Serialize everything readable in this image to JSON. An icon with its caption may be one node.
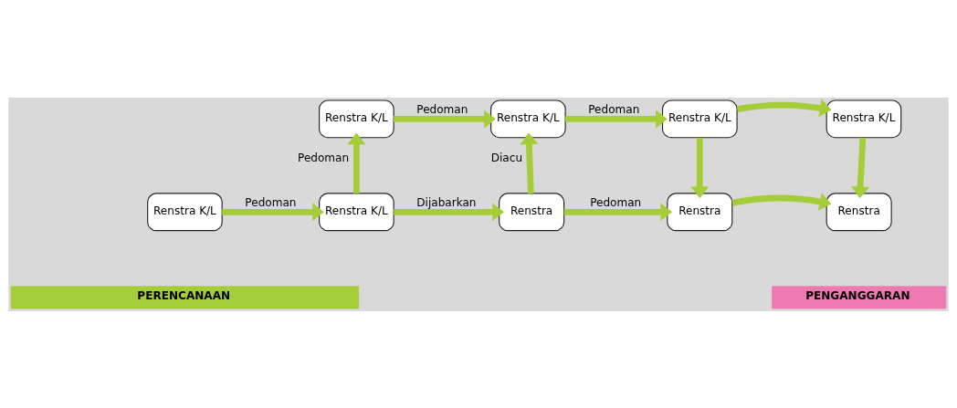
{
  "diagram": {
    "nodes": [
      {
        "text": [
          "Renstra K/L"
        ]
      },
      {
        "text": [
          "Renstra K/L"
        ]
      },
      {
        "text": [
          "Renstra K/L"
        ]
      },
      {
        "text": [
          "Renstra K/L"
        ]
      },
      {
        "text": [
          "Renstra K/L"
        ]
      },
      {
        "text": [
          "Renstra K/L"
        ]
      },
      {
        "text": [
          "Renstra"
        ]
      },
      {
        "text": [
          "Renstra"
        ]
      },
      {
        "text": [
          "Renstra"
        ]
      },
      {
        "text": [
          "PERENCANAAN"
        ]
      },
      {
        "text": [
          "PENGANGGARAN"
        ]
      }
    ],
    "edges": [
      {
        "from": 4,
        "to": 5,
        "arrow": "to",
        "label": "Pedoman"
      },
      {
        "from": 5,
        "to": 0,
        "arrow": "to",
        "label": "Pedoman"
      },
      {
        "from": 5,
        "to": 6,
        "arrow": "to",
        "label": "Dijabarkan"
      },
      {
        "from": 6,
        "to": 1,
        "arrow": "to",
        "label": "Diacu"
      },
      {
        "from": 0,
        "to": 1,
        "arrow": "to",
        "label": "Pedoman"
      },
      {
        "from": 1,
        "to": 2,
        "arrow": "to",
        "label": "Pedoman"
      },
      {
        "from": 2,
        "to": 3,
        "arrow": "to"
      },
      {
        "from": 2,
        "to": 7,
        "arrow": "to"
      },
      {
        "from": 3,
        "to": 8,
        "arrow": "to"
      },
      {
        "from": 6,
        "to": 7,
        "arrow": "to",
        "label": "Pedoman"
      },
      {
        "from": 7,
        "to": 8,
        "arrow": "to"
      }
    ]
  }
}
